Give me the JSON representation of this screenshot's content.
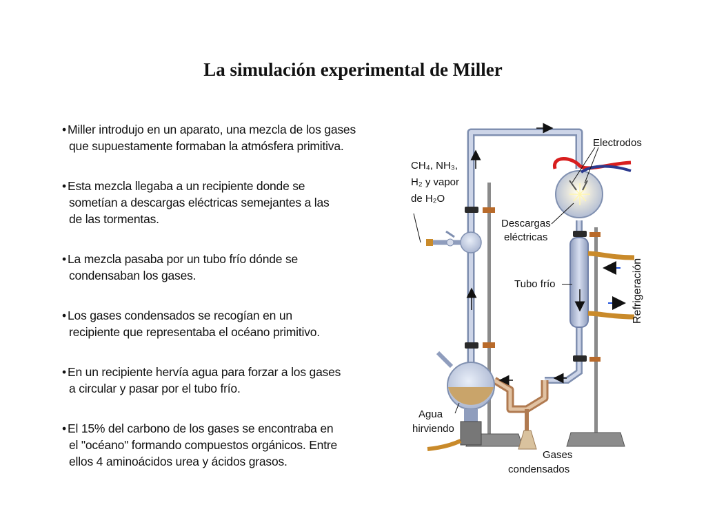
{
  "slide": {
    "title": "La simulación experimental de Miller",
    "bullets": [
      {
        "lines": [
          "Miller introdujo en un aparato, una mezcla de los gases",
          "que supuestamente formaban la atmósfera primitiva."
        ]
      },
      {
        "lines": [
          "Esta mezcla llegaba a un recipiente donde se",
          "sometían a descargas eléctricas semejantes a las",
          "de las tormentas."
        ]
      },
      {
        "lines": [
          "La mezcla pasaba por un tubo frío dónde se",
          "condensaban los gases."
        ]
      },
      {
        "lines": [
          "Los gases condensados se recogían en un",
          "recipiente que representaba el océano primitivo."
        ]
      },
      {
        "lines": [
          "En un recipiente hervía agua para forzar a los gases",
          "a circular y pasar por el tubo frío."
        ]
      },
      {
        "lines": [
          "El 15% del carbono de los gases se encontraba en",
          "el \"océano\" formando compuestos orgánicos. Entre",
          "ellos 4 aminoácidos urea y ácidos grasos."
        ]
      }
    ]
  },
  "diagram": {
    "labels": {
      "electrodos": "Electrodos",
      "gases_line1": "CH₄, NH₃,",
      "gases_line2": "H₂ y vapor",
      "gases_line3": "de H₂O",
      "descargas_line1": "Descargas",
      "descargas_line2": "eléctricas",
      "tubo_frio": "Tubo frío",
      "refrigeracion": "Refrigeración",
      "agua_line1": "Agua",
      "agua_line2": "hirviendo",
      "condensados_line1": "Gases",
      "condensados_line2": "condensados"
    },
    "colors": {
      "glass": "#b8c4dc",
      "glass_edge": "#7f8fb0",
      "water": "#c9a46a",
      "stand": "#8a8a8a",
      "clamp": "#2a2a2a",
      "hose": "#c98a2a",
      "arrow_blue": "#2255dd",
      "electrode_red": "#d81e1e"
    }
  }
}
